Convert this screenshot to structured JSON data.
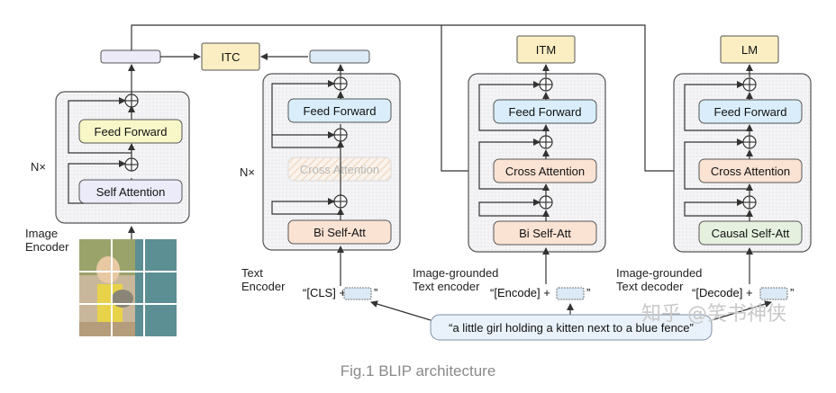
{
  "image_encoder": {
    "title_line1": "Image",
    "title_line2": "Encoder",
    "repeat": "N×",
    "feed_forward": "Feed Forward",
    "self_attention": "Self Attention"
  },
  "itc": "ITC",
  "text_encoder": {
    "title_line1": "Text",
    "title_line2": "Encoder",
    "repeat": "N×",
    "feed_forward": "Feed Forward",
    "cross_attention": "Cross Attention",
    "bi_self_att": "Bi Self-Att",
    "input_prefix": "“[CLS] +",
    "input_suffix": "”"
  },
  "itm": "ITM",
  "grounded_encoder": {
    "title_line1": "Image-grounded",
    "title_line2": "Text encoder",
    "feed_forward": "Feed Forward",
    "cross_attention": "Cross Attention",
    "bi_self_att": "Bi Self-Att",
    "input_prefix": "“[Encode] +",
    "input_suffix": "”"
  },
  "lm": "LM",
  "grounded_decoder": {
    "title_line1": "Image-grounded",
    "title_line2": "Text decoder",
    "feed_forward": "Feed Forward",
    "cross_attention": "Cross Attention",
    "causal_self_att": "Causal Self-Att",
    "input_prefix": "“[Decode] +",
    "input_suffix": "”"
  },
  "caption_text": "“a little girl holding a kitten next to a blue fence”",
  "figure_caption": "Fig.1 BLIP architecture",
  "watermark": "知乎 @笑书神侠",
  "colors": {
    "feed_forward_yellow": "#f7f7c8",
    "feed_forward_blue": "#d9eefa",
    "self_att_lavender": "#ebebfa",
    "bi_att_peach": "#fbe3d3",
    "cross_att_peach": "#fbe3d3",
    "causal_green": "#e5f1de",
    "head_box": "#fbeec2",
    "feature_bar_blue": "#dbeaf6",
    "feature_bar_lavender": "#ecebf7"
  }
}
